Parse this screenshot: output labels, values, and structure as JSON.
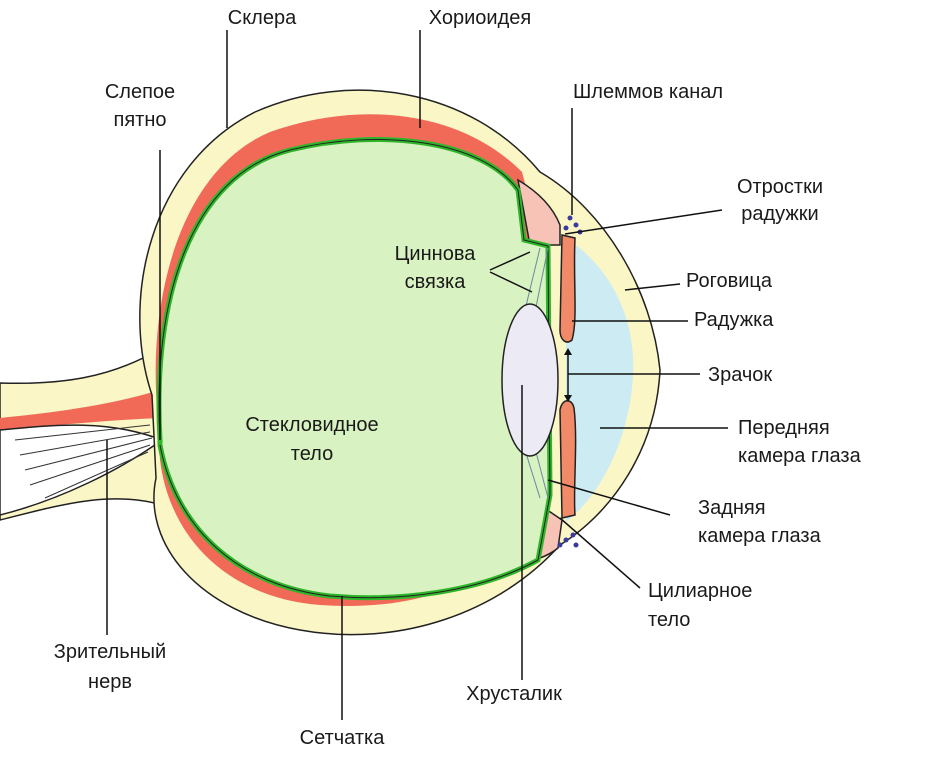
{
  "title": "Строение глаза",
  "colors": {
    "sclera": "#fbf6c6",
    "choroid": "#f16a58",
    "retina": "#2fb52a",
    "vitreous": "#d8f2c2",
    "lens": "#ecebf5",
    "chamber": "#cdebf3",
    "iris": "#f08a68",
    "ciliary": "#f6c3b6",
    "canal_dots": "#3a3aa0"
  },
  "labels": {
    "sclera": "Склера",
    "choroid": "Хориоидея",
    "blind_spot_1": "Слепое",
    "blind_spot_2": "пятно",
    "schlemm": "Шлеммов канал",
    "iris_processes_1": "Отростки",
    "iris_processes_2": "радужки",
    "zonule_1": "Циннова",
    "zonule_2": "связка",
    "cornea": "Роговица",
    "iris": "Радужка",
    "pupil": "Зрачок",
    "vitreous_1": "Стекловидное",
    "vitreous_2": "тело",
    "anterior_1": "Передняя",
    "anterior_2": "камера глаза",
    "posterior_1": "Задняя",
    "posterior_2": "камера глаза",
    "ciliary_1": "Цилиарное",
    "ciliary_2": "тело",
    "optic_1": "Зрительный",
    "optic_2": "нерв",
    "lens": "Хрусталик",
    "retina": "Сетчатка"
  }
}
